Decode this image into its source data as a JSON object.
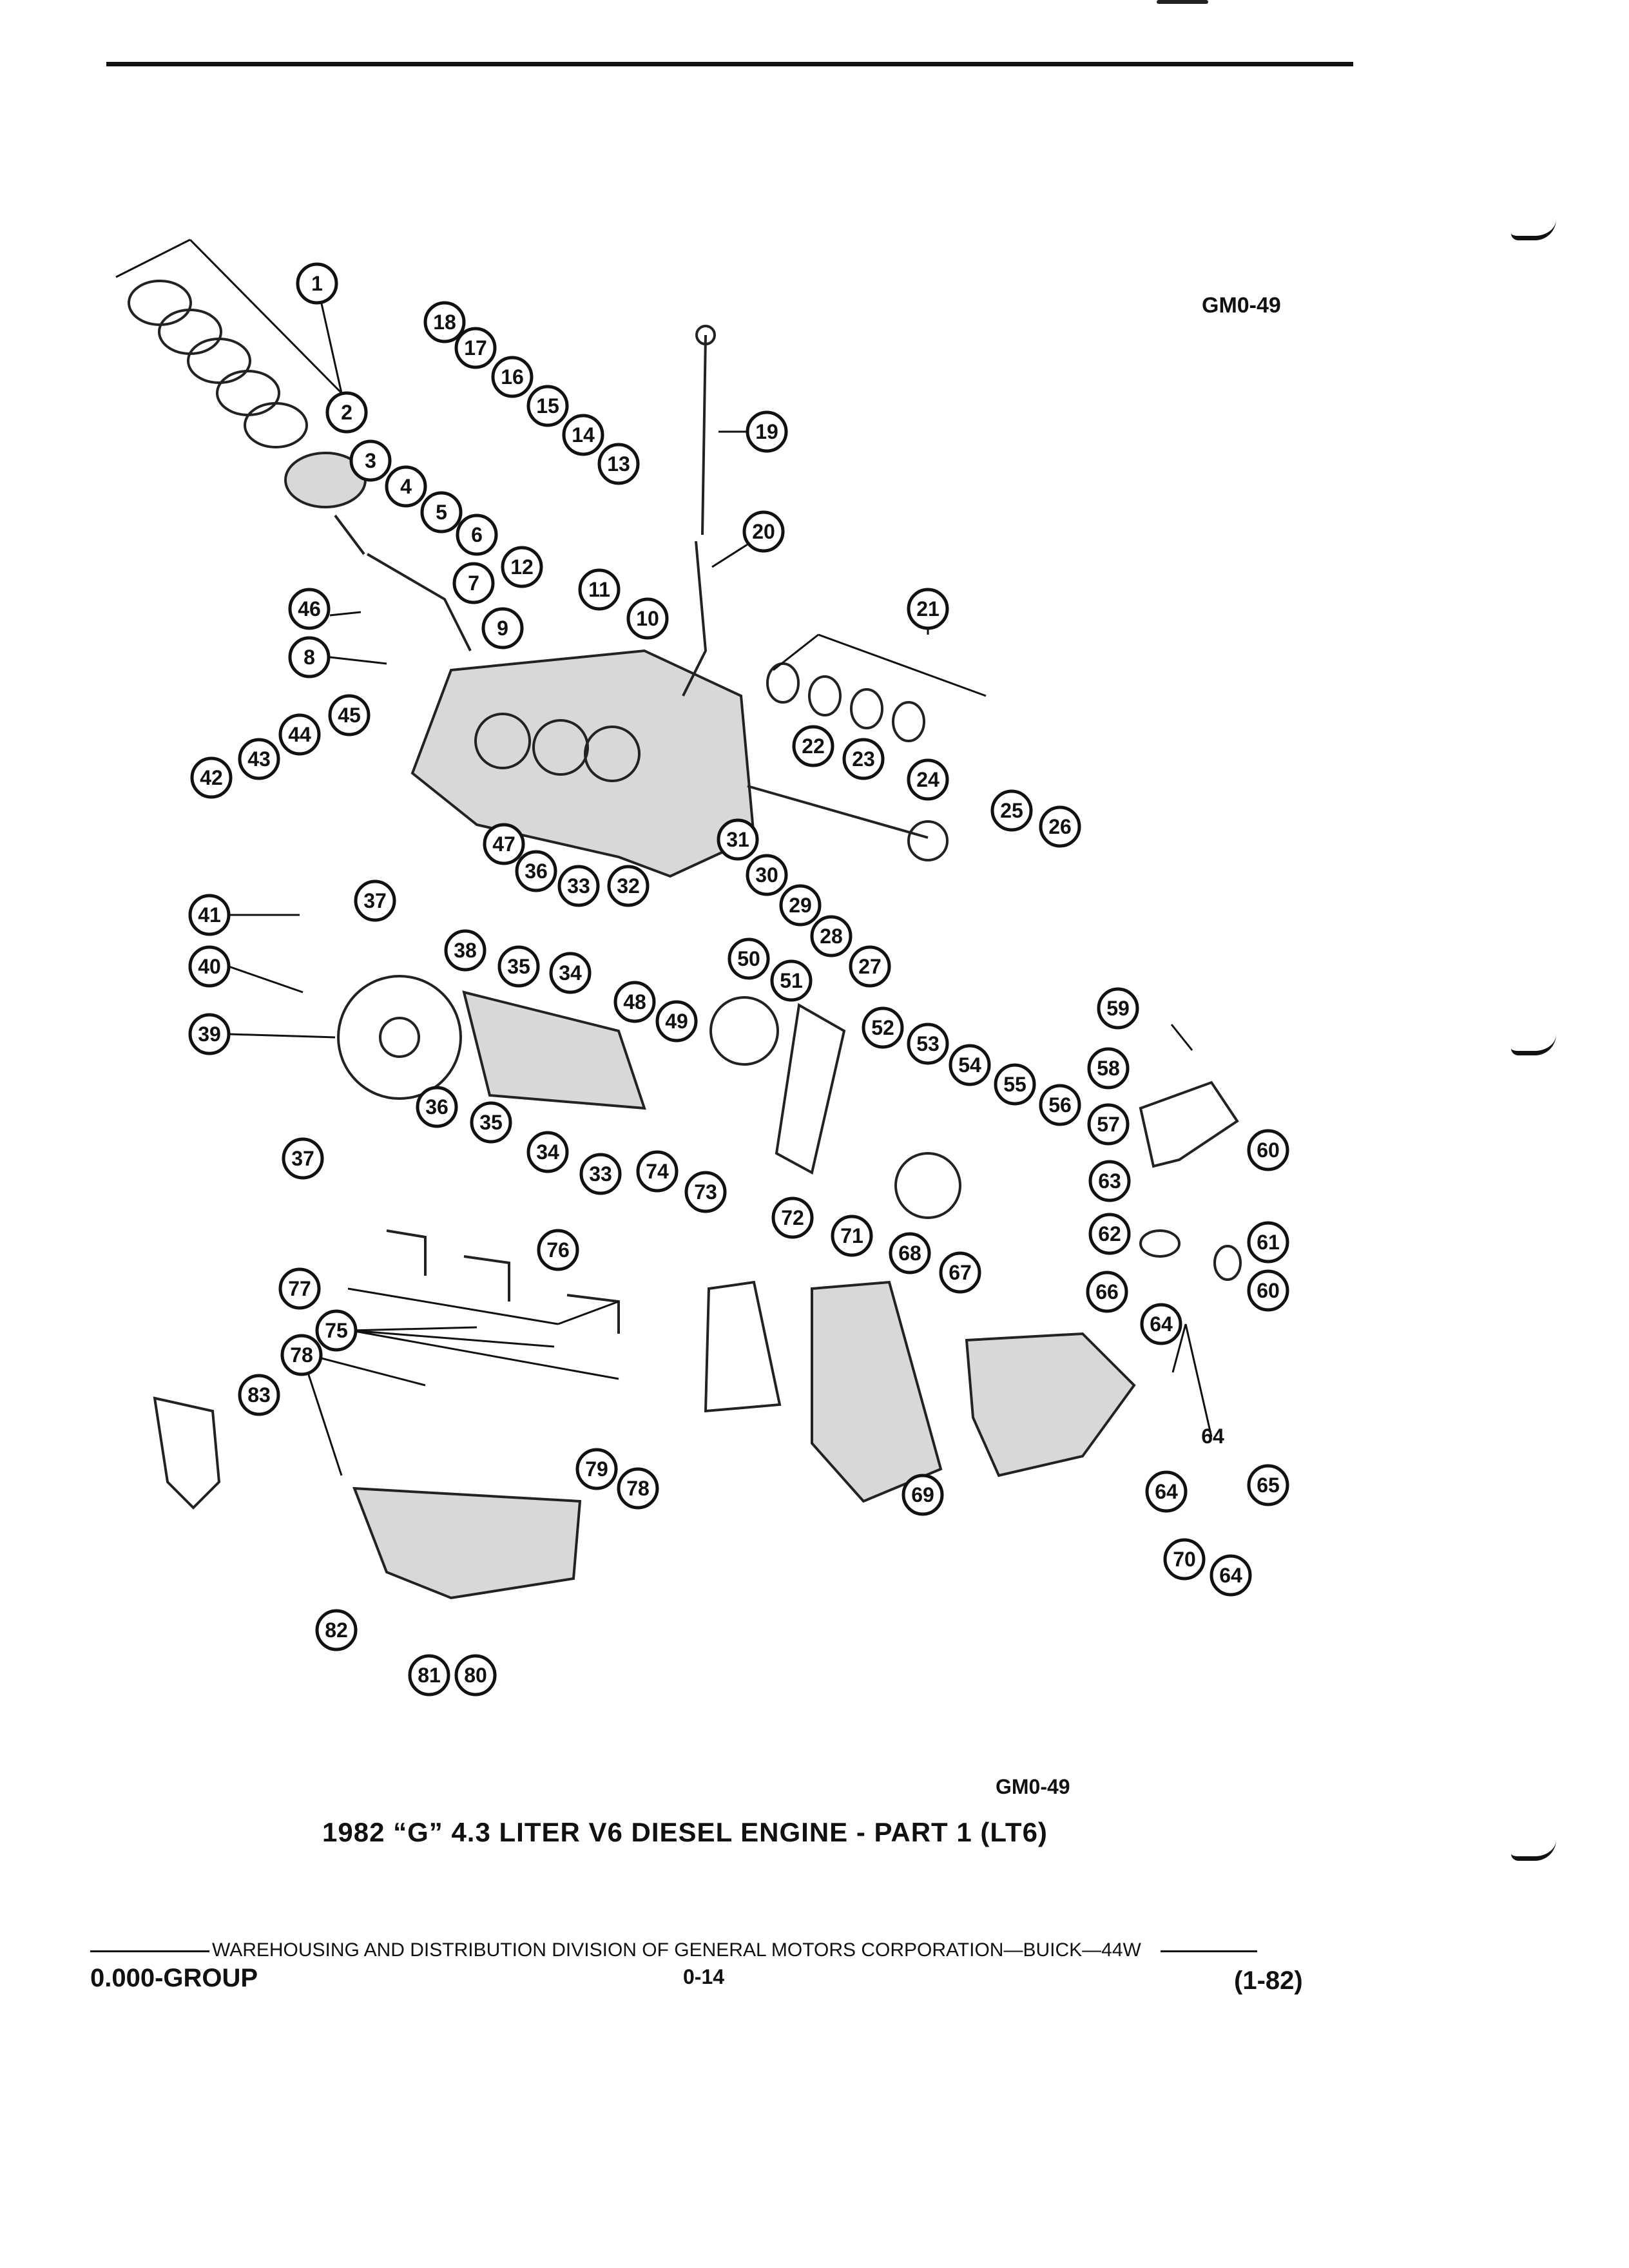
{
  "diagram_code_top": "GM0-49",
  "diagram_code_bottom": "GM0-49",
  "title": "1982 “G” 4.3 LITER V6 DIESEL ENGINE - PART 1 (LT6)",
  "footer": {
    "division": "WAREHOUSING AND DISTRIBUTION  DIVISION OF GENERAL MOTORS CORPORATION—BUICK—44W",
    "group": "0.000-GROUP",
    "page": "0-14",
    "date": "(1-82)"
  },
  "callouts": [
    "1",
    "2",
    "3",
    "4",
    "5",
    "6",
    "7",
    "8",
    "9",
    "10",
    "11",
    "12",
    "13",
    "14",
    "15",
    "16",
    "17",
    "18",
    "19",
    "20",
    "21",
    "22",
    "23",
    "24",
    "25",
    "26",
    "27",
    "28",
    "29",
    "30",
    "31",
    "32",
    "33",
    "34",
    "35",
    "36",
    "37",
    "38",
    "39",
    "40",
    "41",
    "42",
    "43",
    "44",
    "45",
    "46",
    "47",
    "48",
    "49",
    "50",
    "51",
    "52",
    "53",
    "54",
    "55",
    "56",
    "57",
    "58",
    "59",
    "60",
    "61",
    "62",
    "63",
    "64",
    "65",
    "66",
    "67",
    "68",
    "69",
    "70",
    "71",
    "72",
    "73",
    "74",
    "75",
    "76",
    "77",
    "78",
    "79",
    "80",
    "81",
    "82",
    "83"
  ],
  "callouts_repeated": [
    "33",
    "34",
    "35",
    "36",
    "37",
    "60",
    "64",
    "64",
    "64",
    "78"
  ]
}
